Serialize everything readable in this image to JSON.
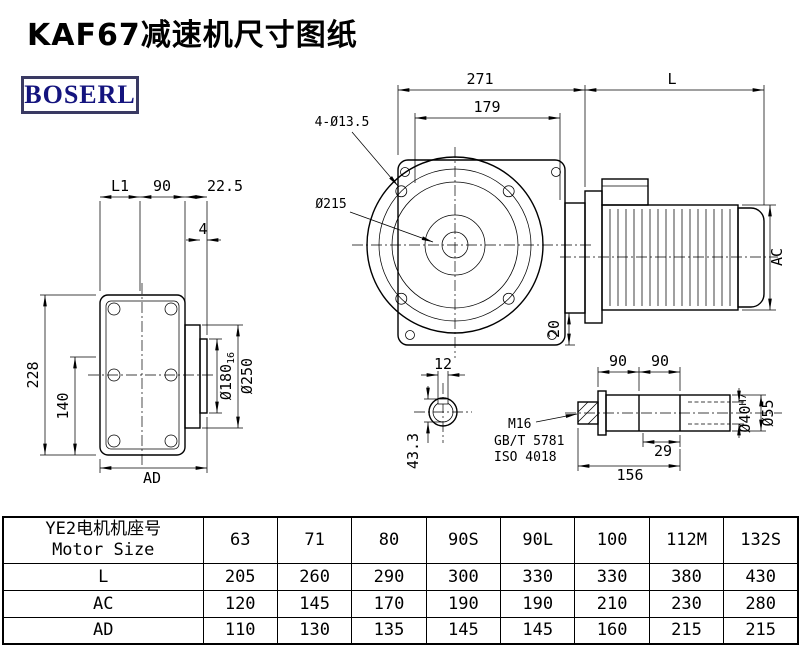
{
  "page": {
    "title": "KAF67减速机尺寸图纸",
    "brand": "BOSERL"
  },
  "front_view": {
    "dim_271": "271",
    "dim_L": "L",
    "dim_179": "179",
    "holes_label": "4-Ø13.5",
    "bolt_circle_label": "Ø215",
    "dim_AC": "AC",
    "dim_20": "20"
  },
  "side_view": {
    "dim_L1": "L1",
    "dim_90": "90",
    "dim_22_5": "22.5",
    "dim_4": "4",
    "dim_228": "228",
    "dim_140": "140",
    "dim_AD": "AD",
    "spigot_d": "Ø180",
    "spigot_sub": "16",
    "flange_d": "Ø250"
  },
  "section_view": {
    "dim_12": "12",
    "dim_43_3": "43.3"
  },
  "shaft_detail": {
    "dim_90a": "90",
    "dim_90b": "90",
    "label_m16": "M16",
    "label_gbt": "GB/T 5781",
    "label_iso": "ISO 4018",
    "dim_29": "29",
    "dim_156": "156",
    "bore_d": "Ø40",
    "bore_fit": "H7",
    "outer_d": "Ø55"
  },
  "table": {
    "header": {
      "line1": "YE2电机机座号",
      "line2": "Motor Size"
    },
    "sizes": [
      "63",
      "71",
      "80",
      "90S",
      "90L",
      "100",
      "112M",
      "132S"
    ],
    "rows": [
      {
        "label": "L",
        "values": [
          "205",
          "260",
          "290",
          "300",
          "330",
          "330",
          "380",
          "430"
        ]
      },
      {
        "label": "AC",
        "values": [
          "120",
          "145",
          "170",
          "190",
          "190",
          "210",
          "230",
          "280"
        ]
      },
      {
        "label": "AD",
        "values": [
          "110",
          "130",
          "135",
          "145",
          "145",
          "160",
          "215",
          "215"
        ]
      }
    ]
  }
}
